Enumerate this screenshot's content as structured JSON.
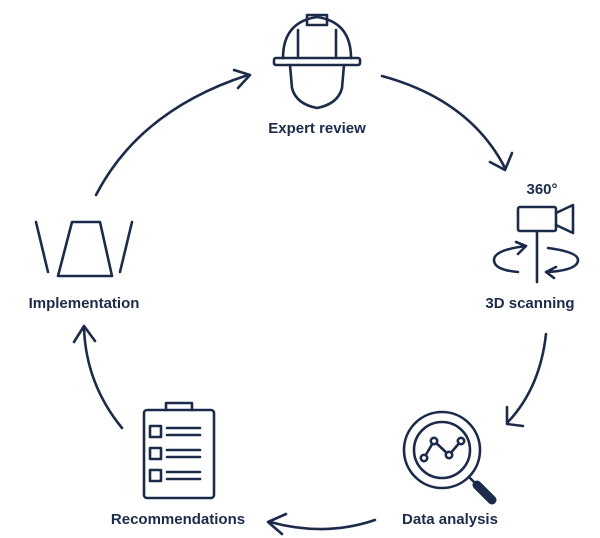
{
  "steps": [
    {
      "label": "Expert review",
      "icon": "hard-hat-worker-icon"
    },
    {
      "label": "3D scanning",
      "icon": "rotating-camera-icon",
      "badge": "360°"
    },
    {
      "label": "Data analysis",
      "icon": "magnifier-chart-icon"
    },
    {
      "label": "Recommendations",
      "icon": "clipboard-checklist-icon"
    },
    {
      "label": "Implementation",
      "icon": "road-perspective-icon"
    }
  ],
  "colors": {
    "ink": "#1c2b4a",
    "background": "#ffffff"
  }
}
